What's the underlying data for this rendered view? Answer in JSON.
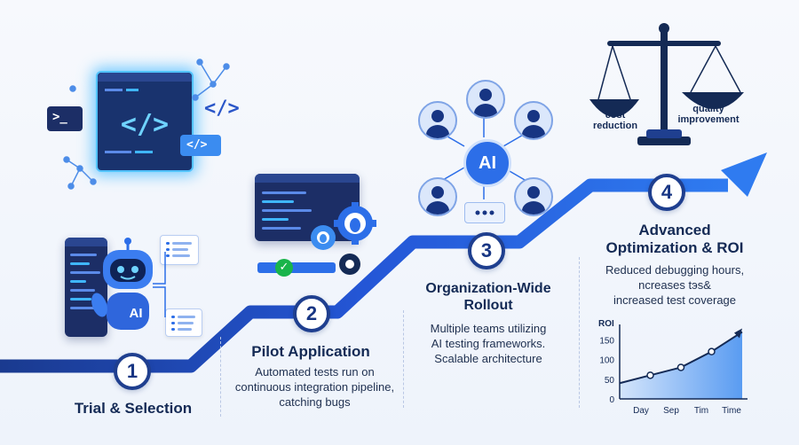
{
  "stages": [
    {
      "number": "1",
      "title": "Trial & Selection",
      "desc": ""
    },
    {
      "number": "2",
      "title": "Pilot Application",
      "desc_lines": [
        "Automated tests run on",
        "continuous integration pipeline,",
        "catching bugs"
      ]
    },
    {
      "number": "3",
      "title_lines": [
        "Organization-Wide",
        "Rollout"
      ],
      "desc_lines": [
        "Multiple teams utilizing",
        "AI testing frameworks.",
        "Scalable architecture"
      ]
    },
    {
      "number": "4",
      "title_lines": [
        "Advanced",
        "Optimization & ROI"
      ],
      "desc_lines": [
        "Reduced debugging hours,",
        "ncreases tэs&",
        "increased test coverage"
      ]
    }
  ],
  "ai_badge": "AI",
  "robot_label": "AI",
  "scale": {
    "left": "cost reduction",
    "right": "quality improvement"
  },
  "icons": [
    "terminal-icon",
    "code-brackets-icon",
    "robot-icon",
    "bug-gear-icon",
    "checkmark-icon",
    "person-icon",
    "scale-icon",
    "arrow-icon"
  ],
  "colors": {
    "accent": "#1f4fd8",
    "dark": "#173583",
    "glow": "#3fb6ff"
  },
  "chart_data": {
    "type": "area",
    "ylabel": "ROI",
    "categories": [
      "Day",
      "Sep",
      "Tim",
      "Time"
    ],
    "values": [
      40,
      60,
      80,
      120,
      170
    ],
    "yticks": [
      0,
      50,
      100,
      150
    ],
    "ylim": [
      0,
      180
    ]
  }
}
